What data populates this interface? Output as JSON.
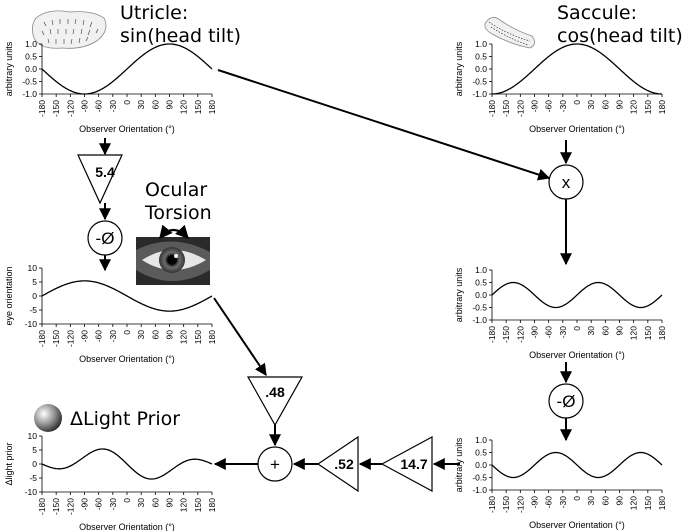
{
  "labels": {
    "utricle_line1": "Utricle:",
    "utricle_line2": "sin(head tilt)",
    "saccule_line1": "Saccule:",
    "saccule_line2": "cos(head tilt)",
    "ocular_line1": "Ocular",
    "ocular_line2": "Torsion",
    "light_prior": "ΔLight Prior"
  },
  "operators": {
    "multiply": "x",
    "negate_left": "-Ø",
    "negate_right": "-Ø",
    "sum": "+"
  },
  "gains": {
    "utricle_gain": "5.4",
    "torsion_gain": ".48",
    "gain_52": ".52",
    "gain_147": "14.7"
  },
  "icons": [
    "utricle-icon",
    "saccule-icon",
    "eye-photo-icon",
    "sphere-icon"
  ],
  "chart_data": [
    {
      "id": "utricle",
      "type": "line",
      "function": "sin(x)",
      "xlabel": "Observer Orientation (°)",
      "ylabel": "arbitrary units",
      "xlim": [
        -180,
        180
      ],
      "ylim": [
        -1,
        1
      ],
      "x_ticks": [
        "-180",
        "-150",
        "-120",
        "-90",
        "-60",
        "-30",
        "0",
        "30",
        "60",
        "90",
        "120",
        "150",
        "180"
      ],
      "y_ticks": [
        "1.0",
        "0.5",
        "0.0",
        "-0.5",
        "-1.0"
      ],
      "x": [
        -180,
        -150,
        -120,
        -90,
        -60,
        -30,
        0,
        30,
        60,
        90,
        120,
        150,
        180
      ],
      "y": [
        0,
        -0.5,
        -0.87,
        -1,
        -0.87,
        -0.5,
        0,
        0.5,
        0.87,
        1,
        0.87,
        0.5,
        0
      ]
    },
    {
      "id": "saccule",
      "type": "line",
      "function": "cos(x)",
      "xlabel": "Observer Orientation (°)",
      "ylabel": "arbitrary units",
      "xlim": [
        -180,
        180
      ],
      "ylim": [
        -1,
        1
      ],
      "x_ticks": [
        "-180",
        "-150",
        "-120",
        "-90",
        "-60",
        "-30",
        "0",
        "30",
        "60",
        "90",
        "120",
        "150",
        "180"
      ],
      "y_ticks": [
        "1.0",
        "0.5",
        "0.0",
        "-0.5",
        "-1.0"
      ],
      "x": [
        -180,
        -150,
        -120,
        -90,
        -60,
        -30,
        0,
        30,
        60,
        90,
        120,
        150,
        180
      ],
      "y": [
        -1,
        -0.87,
        -0.5,
        0,
        0.5,
        0.87,
        1,
        0.87,
        0.5,
        0,
        -0.5,
        -0.87,
        -1
      ]
    },
    {
      "id": "eye-orientation",
      "type": "line",
      "function": "-5.4*sin(x)",
      "xlabel": "Observer Orientation (°)",
      "ylabel": "eye orientation",
      "xlim": [
        -180,
        180
      ],
      "ylim": [
        -10,
        10
      ],
      "x_ticks": [
        "-180",
        "-150",
        "-120",
        "-90",
        "-60",
        "-30",
        "0",
        "30",
        "60",
        "90",
        "120",
        "150",
        "180"
      ],
      "y_ticks": [
        "10",
        "5",
        "0",
        "-5",
        "-10"
      ],
      "x": [
        -180,
        -150,
        -120,
        -90,
        -60,
        -30,
        0,
        30,
        60,
        90,
        120,
        150,
        180
      ],
      "y": [
        0,
        2.7,
        4.7,
        5.4,
        4.7,
        2.7,
        0,
        -2.7,
        -4.7,
        -5.4,
        -4.7,
        -2.7,
        0
      ]
    },
    {
      "id": "product",
      "type": "line",
      "function": "0.5*sin(2x)",
      "xlabel": "Observer Orientation (°)",
      "ylabel": "arbitrary units",
      "xlim": [
        -180,
        180
      ],
      "ylim": [
        -1,
        1
      ],
      "x_ticks": [
        "-180",
        "-150",
        "-120",
        "-90",
        "-60",
        "-30",
        "0",
        "30",
        "60",
        "90",
        "120",
        "150",
        "180"
      ],
      "y_ticks": [
        "1.0",
        "0.5",
        "0.0",
        "-0.5",
        "-1.0"
      ],
      "x": [
        -180,
        -135,
        -90,
        -45,
        0,
        45,
        90,
        135,
        180
      ],
      "y": [
        0,
        0.5,
        0,
        -0.5,
        0,
        0.5,
        0,
        -0.5,
        0
      ]
    },
    {
      "id": "negated-product",
      "type": "line",
      "function": "-0.5*sin(2x)",
      "xlabel": "Observer Orientation (°)",
      "ylabel": "arbitrary units",
      "xlim": [
        -180,
        180
      ],
      "ylim": [
        -1,
        1
      ],
      "x_ticks": [
        "-180",
        "-150",
        "-120",
        "-90",
        "-60",
        "-30",
        "0",
        "30",
        "60",
        "90",
        "120",
        "150",
        "180"
      ],
      "y_ticks": [
        "1.0",
        "0.5",
        "0.0",
        "-0.5",
        "-1.0"
      ],
      "x": [
        -180,
        -135,
        -90,
        -45,
        0,
        45,
        90,
        135,
        180
      ],
      "y": [
        0,
        -0.5,
        0,
        0.5,
        0,
        -0.5,
        0,
        0.5,
        0
      ]
    },
    {
      "id": "light-prior",
      "type": "line",
      "function": "2.6*sin(x)*(-1) + 3.8*(-sin(2x))",
      "xlabel": "Observer Orientation (°)",
      "ylabel": "Δlight prior",
      "xlim": [
        -180,
        180
      ],
      "ylim": [
        -10,
        10
      ],
      "x_ticks": [
        "-180",
        "-150",
        "-120",
        "-90",
        "-60",
        "-30",
        "0",
        "30",
        "60",
        "90",
        "120",
        "150",
        "180"
      ],
      "y_ticks": [
        "10",
        "5",
        "0",
        "-5",
        "-10"
      ],
      "x": [
        -180,
        -135,
        -90,
        -45,
        0,
        45,
        90,
        135,
        180
      ],
      "y": [
        0,
        -2,
        2.6,
        5.6,
        0,
        -5.6,
        -2.6,
        2,
        0
      ]
    }
  ]
}
